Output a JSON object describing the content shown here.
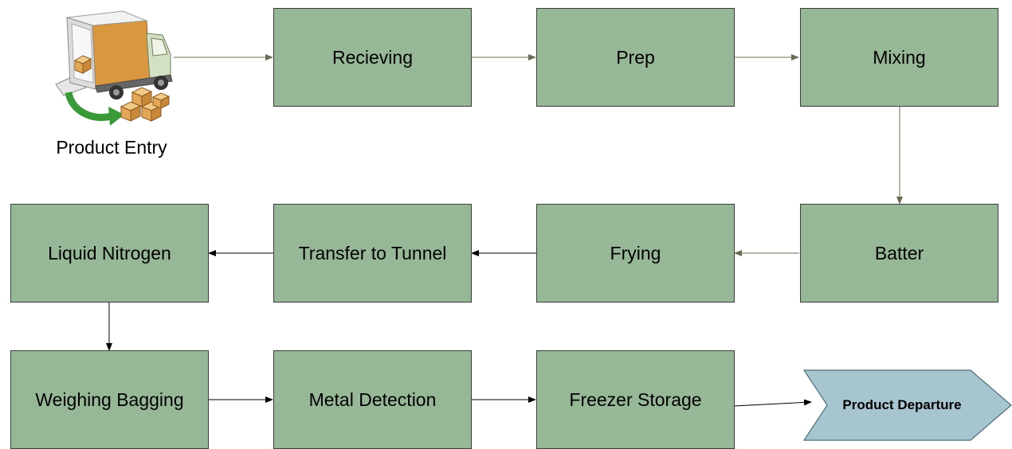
{
  "diagram": {
    "start": {
      "label": "Product Entry",
      "icon": "delivery-truck-icon"
    },
    "end": {
      "label": "Product Departure"
    },
    "steps": [
      {
        "key": "receiving",
        "label": "Recieving"
      },
      {
        "key": "prep",
        "label": "Prep"
      },
      {
        "key": "mixing",
        "label": "Mixing"
      },
      {
        "key": "batter",
        "label": "Batter"
      },
      {
        "key": "frying",
        "label": "Frying"
      },
      {
        "key": "transfer",
        "label": "Transfer to Tunnel"
      },
      {
        "key": "nitrogen",
        "label": "Liquid Nitrogen"
      },
      {
        "key": "weighing",
        "label": "Weighing Bagging"
      },
      {
        "key": "metal",
        "label": "Metal Detection"
      },
      {
        "key": "freezer",
        "label": "Freezer Storage"
      }
    ],
    "colors": {
      "box_fill": "#97b896",
      "box_border": "#3c3c3c",
      "departure_fill": "#a7c5cf",
      "connector_muted": "#6b6b55",
      "connector_dark": "#000000"
    }
  }
}
